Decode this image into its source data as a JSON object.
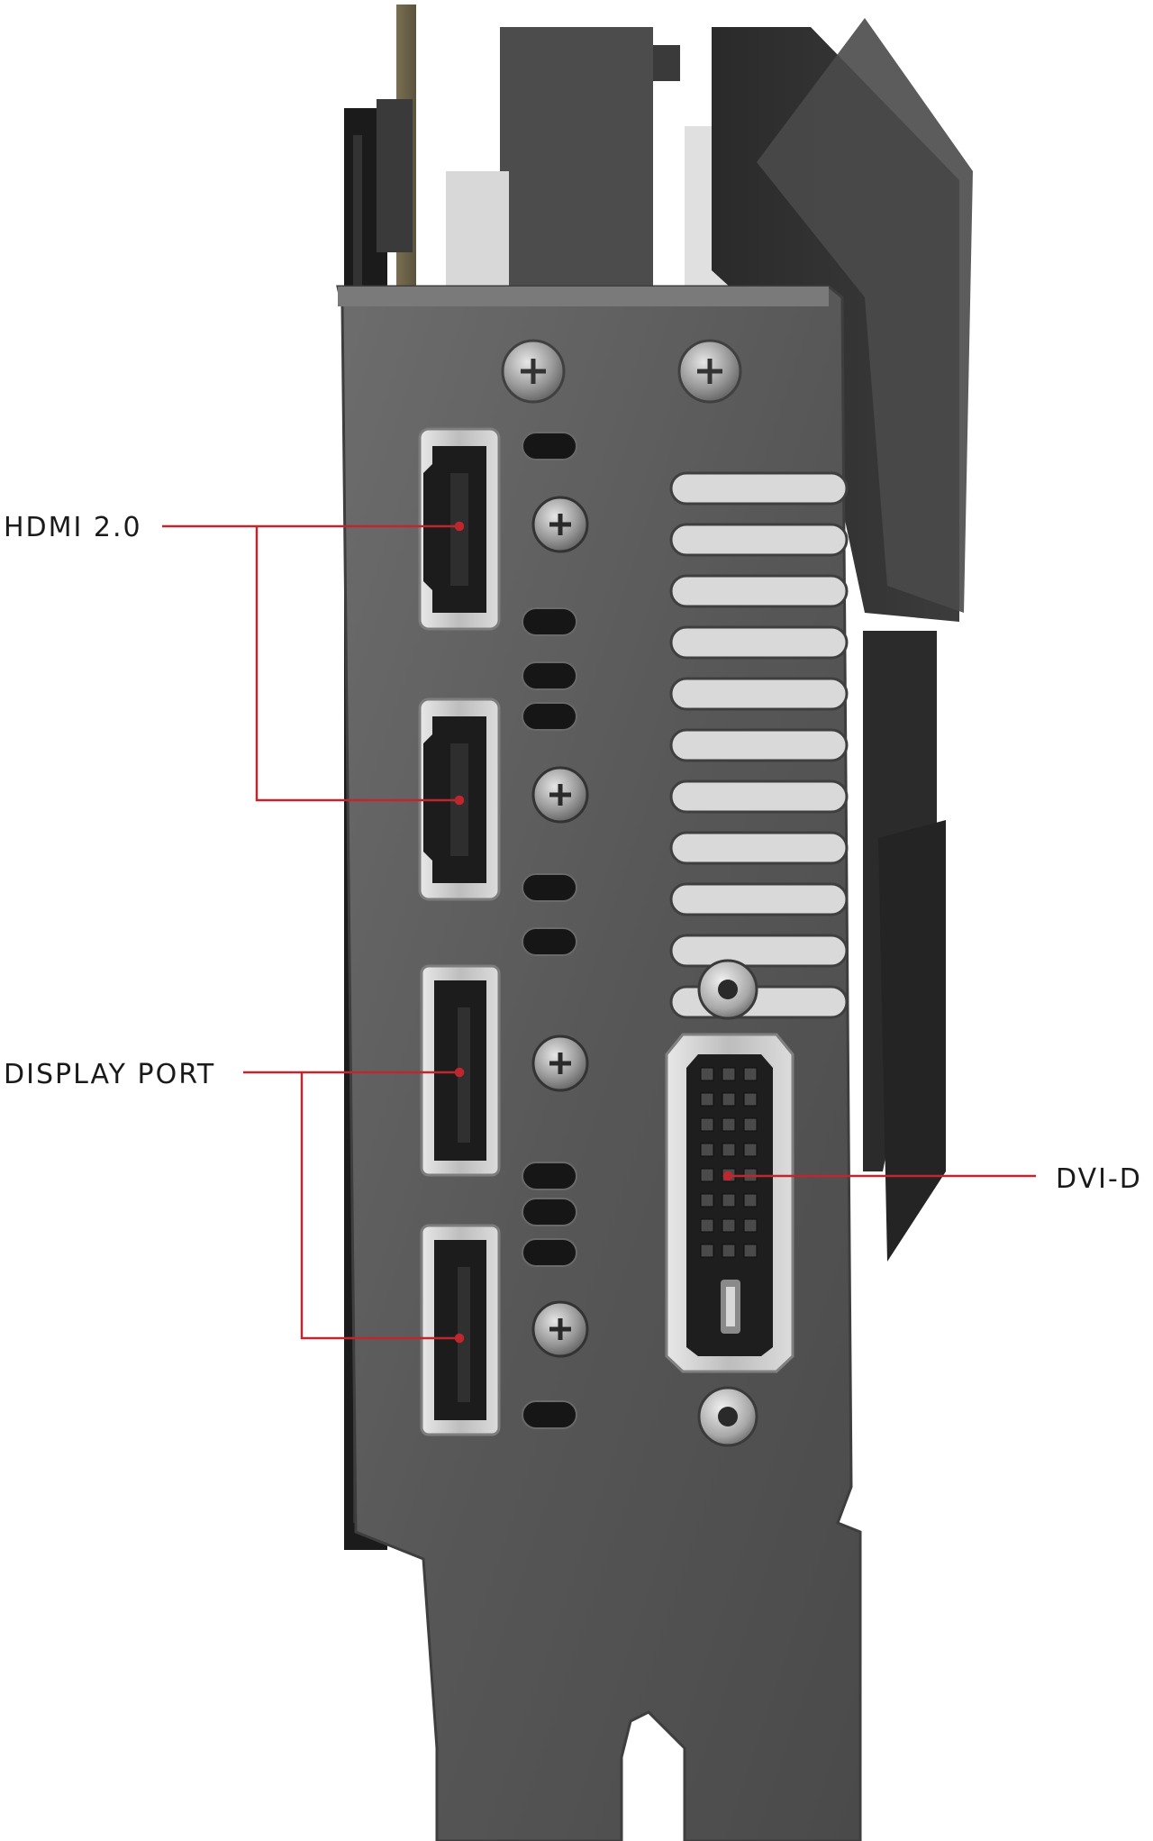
{
  "labels": {
    "hdmi": "HDMI 2.0",
    "displayport": "DISPLAY PORT",
    "dvi": "DVI-D"
  },
  "colors": {
    "callout_line": "#c0262d",
    "bracket_metal": "#545454",
    "background": "#ffffff"
  }
}
